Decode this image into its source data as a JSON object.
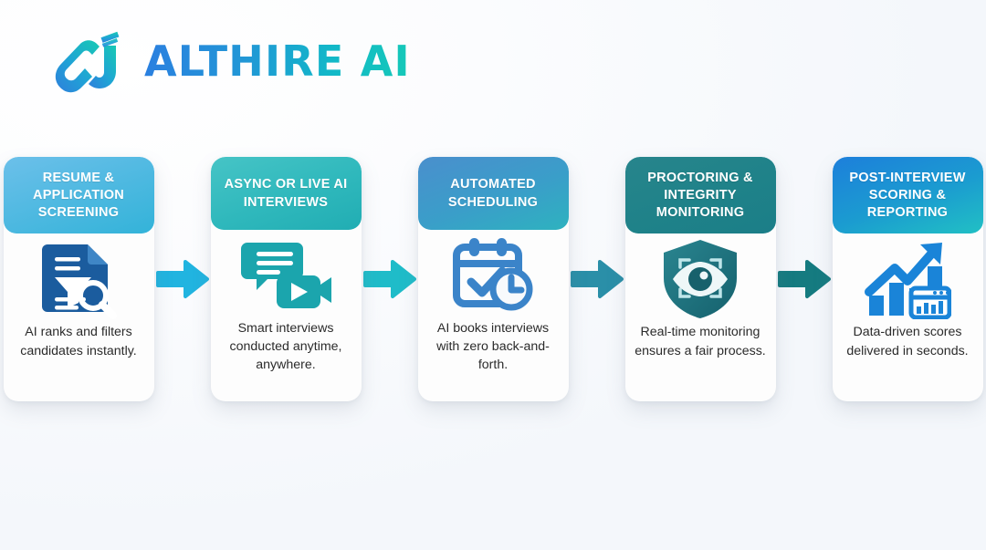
{
  "brand": {
    "name": "ALTHIRE AI",
    "logo_icon": "althire-a-testtube-logo",
    "gradient_start": "#2b7fe0",
    "gradient_end": "#16c9b8"
  },
  "background": {
    "color": "#f4f7fb"
  },
  "flow": {
    "steps": [
      {
        "title": "RESUME & APPLICATION SCREENING",
        "description": "AI ranks and filters candidates instantly.",
        "icon": "document-funnel-search-icon",
        "header_color_start": "#63bbe8",
        "header_color_end": "#35b4d8",
        "icon_color": "#1a5fa3"
      },
      {
        "title": "ASYNC OR LIVE AI INTERVIEWS",
        "description": "Smart interviews conducted anytime, anywhere.",
        "icon": "chat-video-camera-icon",
        "header_color_start": "#37bec4",
        "header_color_end": "#22b0b4",
        "icon_color": "#16a3ad"
      },
      {
        "title": "AUTOMATED SCHEDULING",
        "description": "AI books interviews with zero back-and-forth.",
        "icon": "calendar-check-clock-icon",
        "header_color_start": "#3f87c9",
        "header_color_end": "#2fb0bd",
        "icon_color": "#3b84c9"
      },
      {
        "title": "PROCTORING & INTEGRITY MONITORING",
        "description": "Real-time monitoring ensures a fair process.",
        "icon": "shield-eye-scan-icon",
        "header_color_start": "#1f7f86",
        "header_color_end": "#1b8b92",
        "icon_color": "#1b6c78"
      },
      {
        "title": "POST-INTERVIEW SCORING & REPORTING",
        "description": "Data-driven scores delivered in seconds.",
        "icon": "bar-chart-growth-arrow-icon",
        "header_color_start": "#1f7fd8",
        "header_color_end": "#21c0c4",
        "icon_color": "#1a84d8"
      }
    ],
    "arrows": [
      {
        "name": "arrow-step-1-to-2",
        "color": "#21b4e0"
      },
      {
        "name": "arrow-step-2-to-3",
        "color": "#1fbcc9"
      },
      {
        "name": "arrow-step-3-to-4",
        "color": "#2a8fa8"
      },
      {
        "name": "arrow-step-4-to-5",
        "color": "#157b80"
      }
    ]
  }
}
